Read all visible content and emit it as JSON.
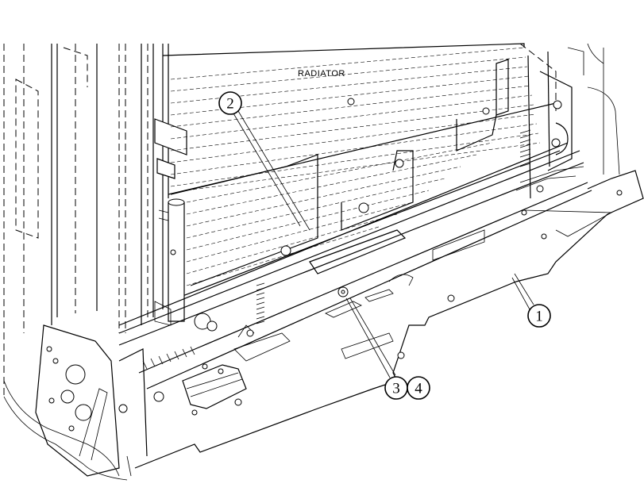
{
  "diagram": {
    "labels": {
      "radiator": "RADIATOR"
    },
    "callouts": [
      {
        "id": "c1",
        "text": "1"
      },
      {
        "id": "c2",
        "text": "2"
      },
      {
        "id": "c3",
        "text": "3"
      },
      {
        "id": "c4",
        "text": "4"
      }
    ]
  }
}
